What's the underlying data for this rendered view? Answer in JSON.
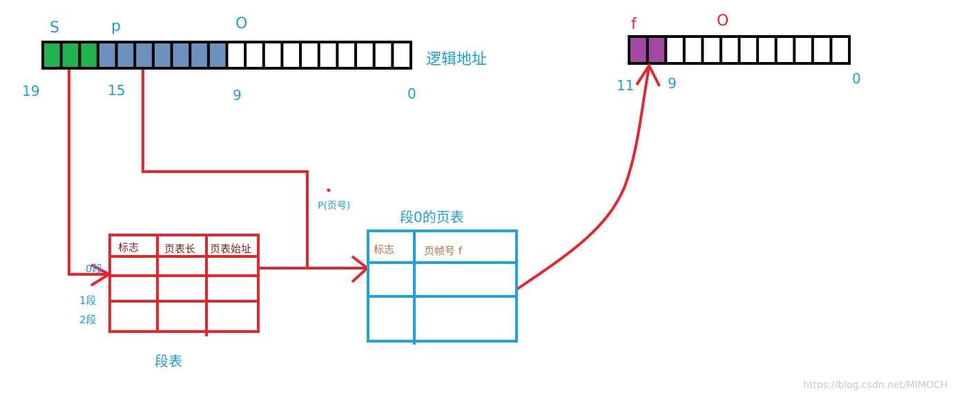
{
  "logical_address": {
    "field_letters": {
      "s": "S",
      "p": "p",
      "o": "O"
    },
    "title": "逻辑地址",
    "bit_labels": [
      "19",
      "15",
      "9",
      "0"
    ],
    "cells": 20,
    "green_cells": 3,
    "blue_cells": 7,
    "colors": {
      "green": "#22b14c",
      "blue": "#6f91bf",
      "empty": "#ffffff",
      "border": "#000000"
    }
  },
  "physical_address": {
    "field_letters": {
      "f": "f",
      "o": "O"
    },
    "bit_labels": [
      "11",
      "9",
      "0"
    ],
    "cells": 12,
    "purple_cells": 2,
    "colors": {
      "purple": "#a349a4"
    }
  },
  "segment_table": {
    "headers": [
      "标志",
      "页表长",
      "页表始址"
    ],
    "row_labels": [
      "0段",
      "1段",
      "2段"
    ],
    "title": "段表",
    "color": "#e8242d"
  },
  "page_label": "P(页号)",
  "page_table": {
    "title": "段0的页表",
    "headers": [
      "标志",
      "页帧号 f"
    ],
    "color": "#1aa3e0"
  },
  "watermark": "https://blog.csdn.net/MIMOCH"
}
